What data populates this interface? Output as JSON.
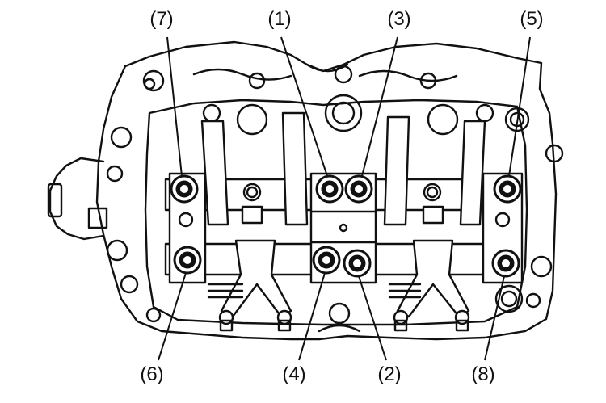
{
  "diagram": {
    "labels": {
      "l1": "(1)",
      "l2": "(2)",
      "l3": "(3)",
      "l4": "(4)",
      "l5": "(5)",
      "l6": "(6)",
      "l7": "(7)",
      "l8": "(8)"
    }
  }
}
